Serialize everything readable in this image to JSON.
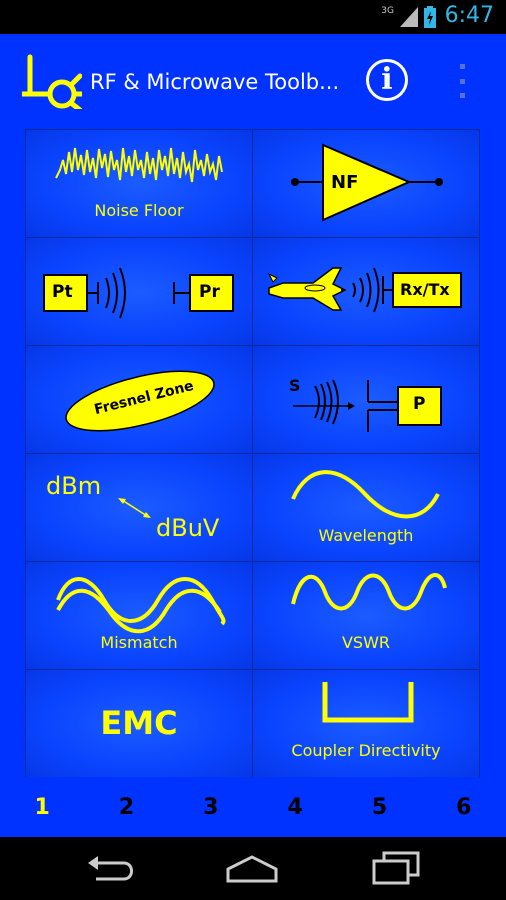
{
  "status_bar": {
    "network": "3G",
    "time": "6:47"
  },
  "app_bar": {
    "title": "RF & Microwave Toolb...",
    "info_label": "i"
  },
  "tiles": [
    {
      "label": "Noise Floor"
    },
    {
      "label": "NF"
    },
    {
      "pt": "Pt",
      "pr": "Pr"
    },
    {
      "label": "Rx/Tx"
    },
    {
      "label": "Fresnel Zone"
    },
    {
      "s": "S",
      "p": "P"
    },
    {
      "dbm": "dBm",
      "dbuv": "dBuV"
    },
    {
      "label": "Wavelength"
    },
    {
      "label": "Mismatch"
    },
    {
      "label": "VSWR"
    },
    {
      "label": "EMC"
    },
    {
      "label": "Coupler Directivity"
    }
  ],
  "pager": {
    "pages": [
      "1",
      "2",
      "3",
      "4",
      "5",
      "6"
    ],
    "active": "1"
  },
  "colors": {
    "accent": "#ffff00",
    "background": "#0033ff",
    "status_text": "#33b5e5"
  },
  "icons": [
    "back-icon",
    "home-icon",
    "recent-apps-icon",
    "info-icon",
    "overflow-menu-icon",
    "app-logo-icon"
  ]
}
